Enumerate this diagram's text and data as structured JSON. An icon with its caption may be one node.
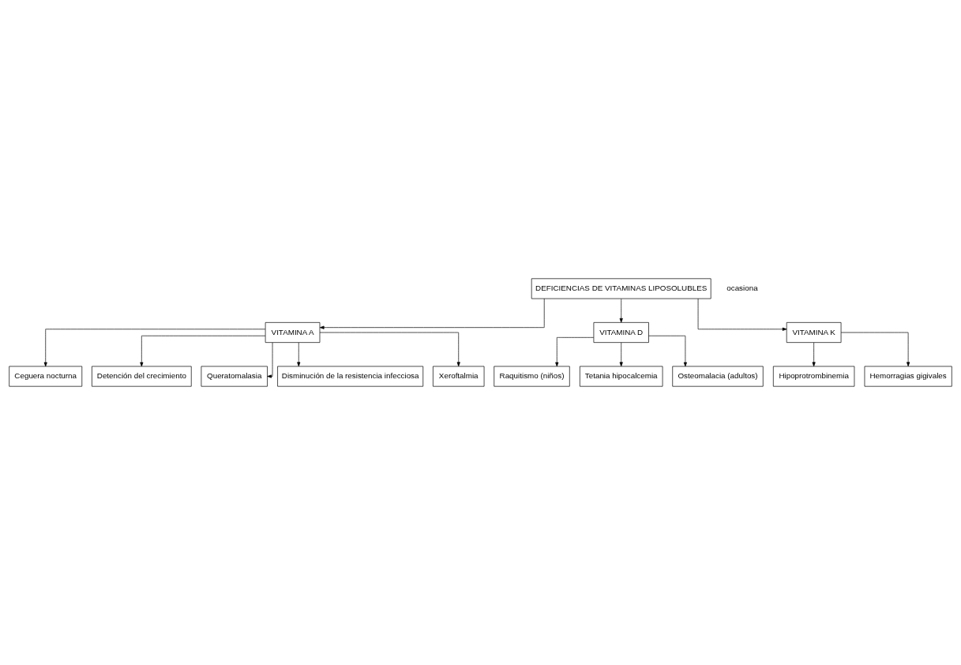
{
  "diagram": {
    "nodes": [
      {
        "text": [
          "DEFICIENCIAS DE VITAMINAS LIPOSOLUBLES"
        ]
      },
      {
        "text": [
          "VITAMINA A"
        ]
      },
      {
        "text": [
          "VITAMINA D"
        ]
      },
      {
        "text": [
          "VITAMINA K"
        ]
      },
      {
        "text": [
          "Ceguera nocturna"
        ]
      },
      {
        "text": [
          "Detención del crecimiento"
        ]
      },
      {
        "text": [
          "Queratomalasia"
        ]
      },
      {
        "text": [
          "Disminución de la resistencia infecciosa"
        ]
      },
      {
        "text": [
          "Xeroftalmia"
        ]
      },
      {
        "text": [
          "Raquitismo (niños)"
        ]
      },
      {
        "text": [
          "Tetania hipocalcemia"
        ]
      },
      {
        "text": [
          "Osteomalacia (adultos)"
        ]
      },
      {
        "text": [
          "Hipoprotrombinemia"
        ]
      },
      {
        "text": [
          "Hemorragias gigivales"
        ]
      }
    ],
    "edges": [
      {
        "from": 0,
        "to": 1,
        "arrow": "to"
      },
      {
        "from": 0,
        "to": 2,
        "arrow": "to"
      },
      {
        "from": 0,
        "to": 3,
        "arrow": "to"
      },
      {
        "from": 1,
        "to": 4,
        "arrow": "to"
      },
      {
        "from": 1,
        "to": 5,
        "arrow": "to"
      },
      {
        "from": 1,
        "to": 6,
        "arrow": "to"
      },
      {
        "from": 1,
        "to": 7,
        "arrow": "to"
      },
      {
        "from": 1,
        "to": 8,
        "arrow": "to"
      },
      {
        "from": 2,
        "to": 9,
        "arrow": "to"
      },
      {
        "from": 2,
        "to": 10,
        "arrow": "to"
      },
      {
        "from": 2,
        "to": 11,
        "arrow": "to"
      },
      {
        "from": 3,
        "to": 12,
        "arrow": "to"
      },
      {
        "from": 3,
        "to": 13,
        "arrow": "to"
      }
    ],
    "labels": [
      "ocasiona"
    ]
  }
}
